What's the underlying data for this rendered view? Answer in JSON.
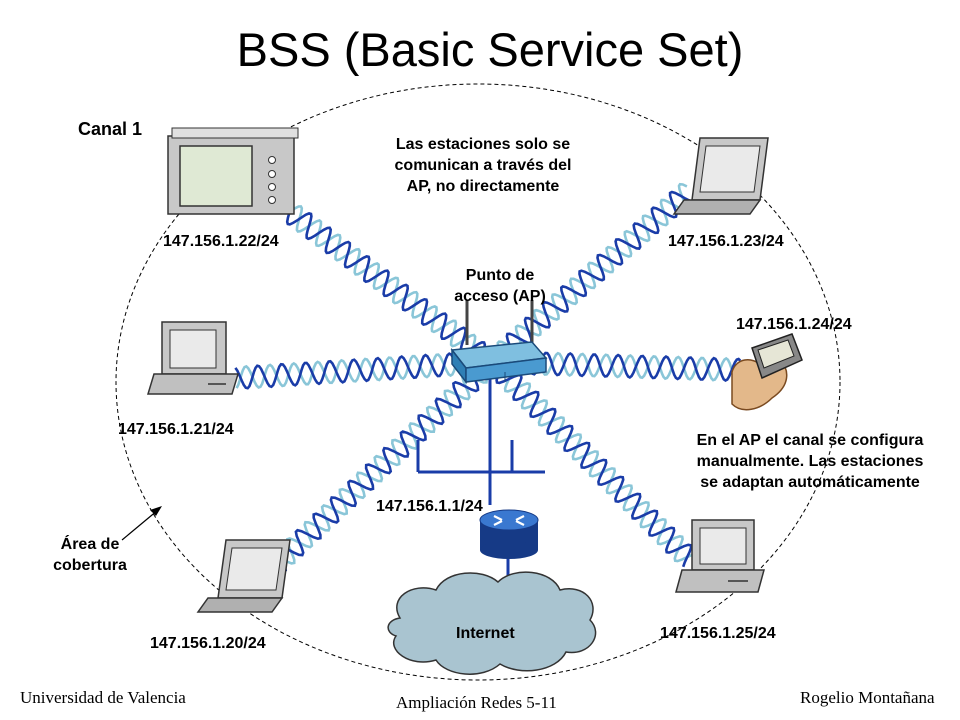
{
  "title": "BSS (Basic Service Set)",
  "channel_label": "Canal 1",
  "note_top": "Las estaciones solo se\ncomunican a través del\nAP, no directamente",
  "note_right": "En el AP el canal se configura\nmanualmente. Las estaciones\nse adaptan automáticamente",
  "ap_label": "Punto de\nacceso (AP)",
  "coverage_label": "Área de\ncobertura",
  "internet_label": "Internet",
  "ip_addresses": {
    "tv": "147.156.1.22/24",
    "laptop_top_right": "147.156.1.23/24",
    "pda": "147.156.1.24/24",
    "desktop_left": "147.156.1.21/24",
    "router": "147.156.1.1/24",
    "laptop_bottom_left": "147.156.1.20/24",
    "desktop_bottom_right": "147.156.1.25/24"
  },
  "footer": {
    "left": "Universidad de Valencia",
    "center": "Ampliación Redes 5-11",
    "right": "Rogelio Montañana"
  },
  "colors": {
    "wave_a": "#1a3ca8",
    "wave_b": "#8ac6d8",
    "wired_link": "#1a3ca8",
    "device_body": "#c8c8c8",
    "router": "#2a60c0",
    "cloud": "#a9c4d0"
  }
}
